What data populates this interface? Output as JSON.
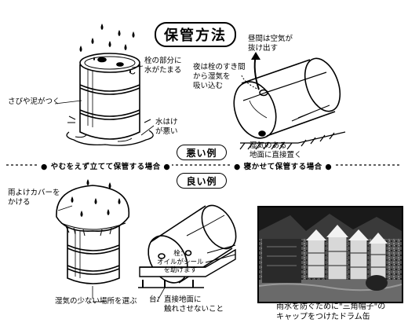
{
  "title": "保管方法",
  "bad_example": {
    "label": "悪い例",
    "notes": {
      "plug_water": "栓の部分に\n水がたまる",
      "rust": "さびや泥がつく",
      "drain": "水はけ\nが悪い",
      "night": "夜は栓のすき間\nから湿気を\n吸い込む",
      "day": "昼間は空気が\n抜け出す",
      "ground": "湿気のある\n地面に直接置く"
    }
  },
  "sections": {
    "standing": "● やむをえず立てて保管する場合 ●",
    "lying": "● 寝かせて保管する場合 ●"
  },
  "good_example": {
    "label": "良い例",
    "notes": {
      "cover": "雨よけカバーを\nかける",
      "low_humidity": "湿気の少ない場所を選ぶ",
      "plug_position": "栓：\nオイルがシール\nを助けます",
      "pallet": "台：直接地面に\n　　触れさせないこと",
      "photo_caption": "雨水を防ぐために\"三角帽子\"の\nキャップをつけたドラム缶"
    }
  }
}
